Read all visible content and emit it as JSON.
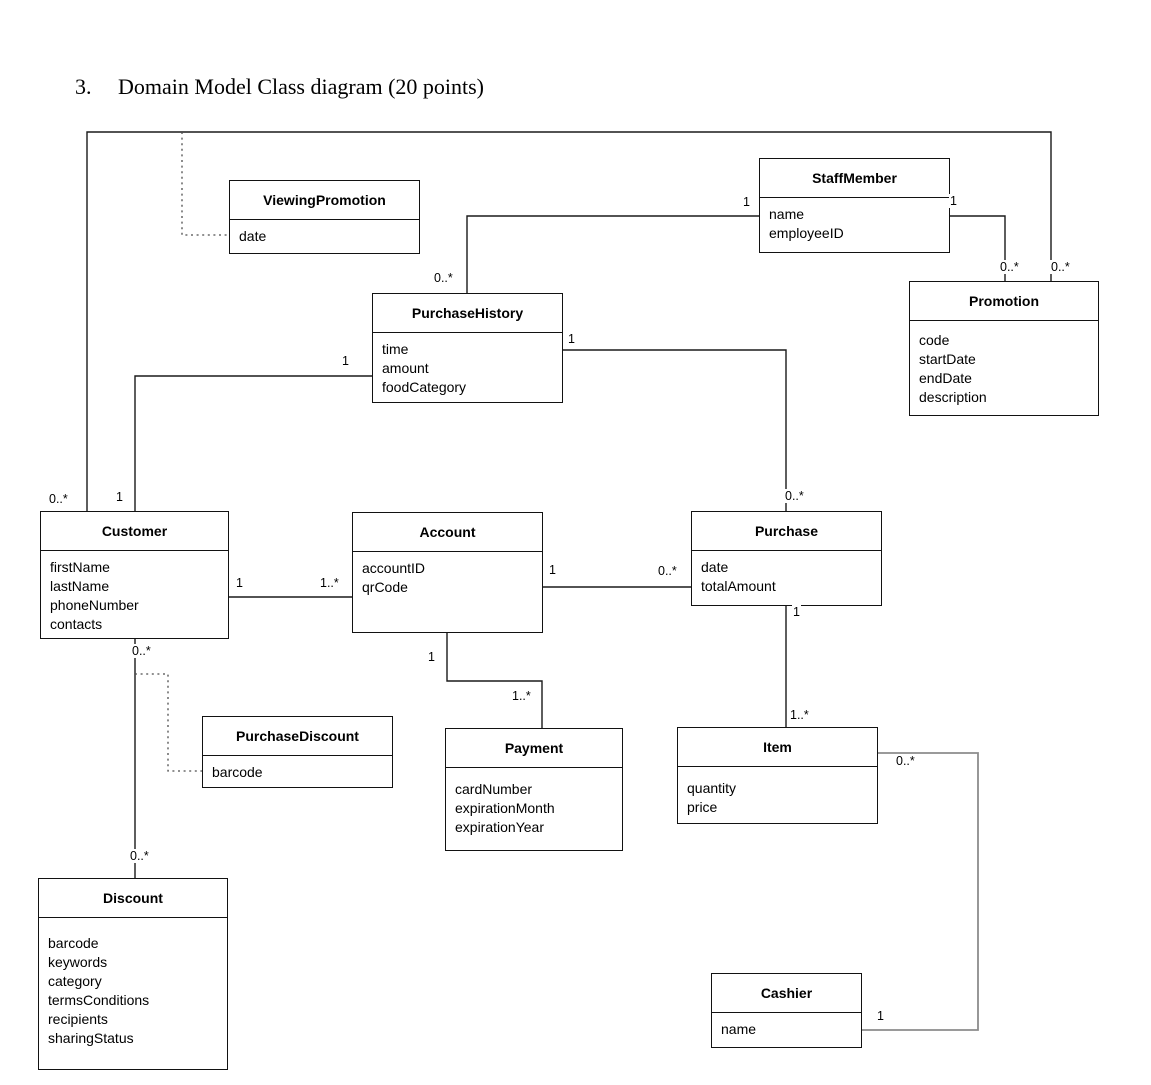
{
  "page": {
    "heading_number": "3.",
    "heading_text": "Domain Model Class diagram (20 points)"
  },
  "diagram": {
    "kind": "uml-domain-model-class-diagram",
    "classes": {
      "viewingPromotion": {
        "name": "ViewingPromotion",
        "attributes": [
          "date"
        ]
      },
      "staffMember": {
        "name": "StaffMember",
        "attributes": [
          "name",
          "employeeID"
        ]
      },
      "purchaseHistory": {
        "name": "PurchaseHistory",
        "attributes": [
          "time",
          "amount",
          "foodCategory"
        ]
      },
      "promotion": {
        "name": "Promotion",
        "attributes": [
          "code",
          "startDate",
          "endDate",
          "description"
        ]
      },
      "customer": {
        "name": "Customer",
        "attributes": [
          "firstName",
          "lastName",
          "phoneNumber",
          "contacts"
        ]
      },
      "account": {
        "name": "Account",
        "attributes": [
          "accountID",
          "qrCode"
        ]
      },
      "purchase": {
        "name": "Purchase",
        "attributes": [
          "date",
          "totalAmount"
        ]
      },
      "purchaseDiscount": {
        "name": "PurchaseDiscount",
        "attributes": [
          "barcode"
        ]
      },
      "payment": {
        "name": "Payment",
        "attributes": [
          "cardNumber",
          "expirationMonth",
          "expirationYear"
        ]
      },
      "item": {
        "name": "Item",
        "attributes": [
          "quantity",
          "price"
        ]
      },
      "discount": {
        "name": "Discount",
        "attributes": [
          "barcode",
          "keywords",
          "category",
          "termsConditions",
          "recipients",
          "sharingStatus"
        ]
      },
      "cashier": {
        "name": "Cashier",
        "attributes": [
          "name"
        ]
      }
    },
    "associations": [
      {
        "a": "Customer",
        "b": "Promotion",
        "a_mult": "0..*",
        "b_mult": "0..*",
        "association_class": "ViewingPromotion",
        "line": "solid"
      },
      {
        "a": "Customer",
        "b": "PurchaseHistory",
        "a_mult": "1",
        "b_mult": "1",
        "line": "solid"
      },
      {
        "a": "StaffMember",
        "b": "PurchaseHistory",
        "a_mult": "1",
        "b_mult": "0..*",
        "line": "solid"
      },
      {
        "a": "StaffMember",
        "b": "Promotion",
        "a_mult": "1",
        "b_mult": "0..*",
        "line": "solid"
      },
      {
        "a": "PurchaseHistory",
        "b": "Purchase",
        "a_mult": "1",
        "b_mult": "0..*",
        "line": "solid"
      },
      {
        "a": "Customer",
        "b": "Account",
        "a_mult": "1",
        "b_mult": "1..*",
        "line": "solid"
      },
      {
        "a": "Account",
        "b": "Purchase",
        "a_mult": "1",
        "b_mult": "0..*",
        "line": "solid"
      },
      {
        "a": "Account",
        "b": "Payment",
        "a_mult": "1",
        "b_mult": "1..*",
        "line": "solid"
      },
      {
        "a": "Purchase",
        "b": "Item",
        "a_mult": "1",
        "b_mult": "1..*",
        "line": "solid"
      },
      {
        "a": "Customer",
        "b": "Discount",
        "a_mult": "0..*",
        "b_mult": "0..*",
        "association_class": "PurchaseDiscount",
        "line": "solid"
      },
      {
        "a": "Item",
        "b": "Cashier",
        "a_mult": "0..*",
        "b_mult": "1",
        "line": "solid-gray"
      }
    ],
    "colors": {
      "stroke": "#1a1a1a",
      "gray_connector": "#8c8c8c",
      "box_fill": "#ffffff"
    }
  }
}
